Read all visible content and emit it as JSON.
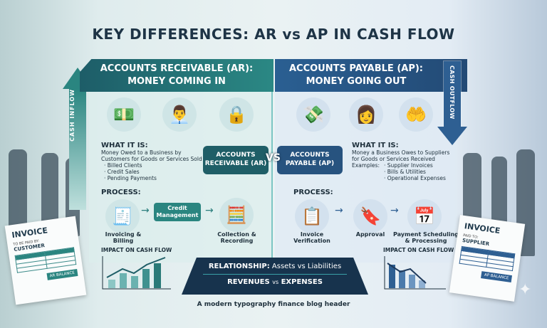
{
  "title": "KEY DIFFERENCES: AR vs AP IN CASH FLOW",
  "ar": {
    "banner_line1": "ACCOUNTS RECEIVABLE (AR):",
    "banner_line2": "MONEY COMING IN",
    "arrow_label": "CASH INFLOW",
    "what_heading": "WHAT IT IS:",
    "what_text_1": "Money Owed to a Business by",
    "what_text_2": "Customers for Goods or Services Sold",
    "bullets": [
      "· Billed Clients",
      "· Credit Sales",
      "· Pending Payments"
    ],
    "process_heading": "PROCESS:",
    "steps": [
      {
        "line1": "Invoicing &",
        "line2": "Billing"
      },
      {
        "line1": "Credit",
        "line2": "Management"
      },
      {
        "line1": "Collection &",
        "line2": "Recording"
      }
    ],
    "impact_heading": "IMPACT ON CASH FLOW",
    "impact_trend": "up",
    "icons": [
      "hand-cash-icon",
      "businessman-invoice-icon",
      "safe-icon"
    ],
    "invoice": {
      "title": "INVOICE",
      "to_label": "TO BE PAID BY:",
      "to": "CUSTOMER",
      "balance": "AR BALANCE"
    },
    "color": "#2a8580"
  },
  "ap": {
    "banner_line1": "ACCOUNTS PAYABLE (AP):",
    "banner_line2": "MONEY GOING OUT",
    "arrow_label": "CASH OUTFLOW",
    "what_heading": "WHAT IT IS:",
    "what_text_1": "Money a Business Owes to Suppliers",
    "what_text_2": "for Goods or Services Received",
    "examples_label": "Examples:",
    "bullets": [
      "· Supplier Invoices",
      "· Bills & Utilities",
      "· Operational Expenses"
    ],
    "process_heading": "PROCESS:",
    "steps": [
      {
        "line1": "Invoice",
        "line2": "Verification"
      },
      {
        "line1": "Approval",
        "line2": ""
      },
      {
        "line1": "Payment Scheduling",
        "line2": "& Processing"
      }
    ],
    "impact_heading": "IMPACT ON CASH FLOW",
    "impact_trend": "down",
    "icons": [
      "hand-giving-cash-icon",
      "woman-payment-icon",
      "open-hand-icon"
    ],
    "invoice": {
      "title": "INVOICE",
      "to_label": "PAID TO:",
      "to": "SUPPLIER",
      "balance": "AP BALANCE"
    },
    "color": "#27537f"
  },
  "vs": {
    "left_1": "ACCOUNTS",
    "left_2": "RECEIVABLE (AR)",
    "middle": "VS",
    "right_1": "ACCOUNTS",
    "right_2": "PAYABLE (AP)"
  },
  "relationship": {
    "label": "RELATIONSHIP:",
    "text": "Assets vs Liabilities",
    "left": "REVENUES",
    "vs": "vs",
    "right": "EXPENSES"
  },
  "subtitle": "A modern typography finance blog header"
}
